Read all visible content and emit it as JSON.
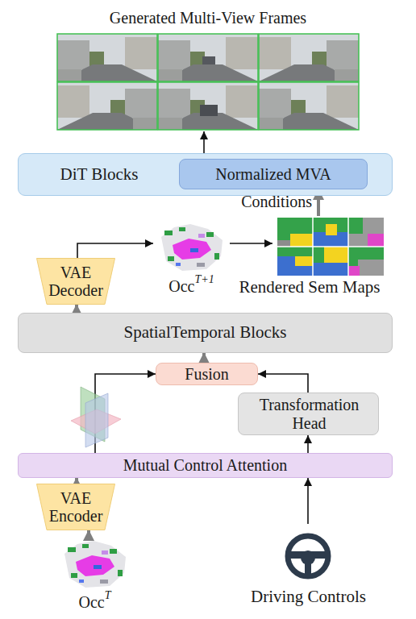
{
  "diagram": {
    "nodes": [
      {
        "text": [
          "Generated Multi-View Frames"
        ]
      },
      {
        "text": [
          "DiT Blocks"
        ]
      },
      {
        "text": [
          "Normalized MVA"
        ],
        "in": 1
      },
      {
        "text": [
          "VAE Decoder"
        ]
      },
      {
        "text": [
          "Occ",
          "T+1"
        ]
      },
      {
        "text": [
          "Rendered Sem Maps"
        ]
      },
      {
        "text": [
          "SpatialTemporal Blocks"
        ]
      },
      {
        "text": [
          "Fusion"
        ]
      },
      {
        "text": [
          "Transformation Head"
        ]
      },
      {
        "text": [
          "Mutual Control Attention"
        ]
      },
      {
        "text": [
          "VAE Encoder"
        ]
      },
      {
        "text": [
          "Occ",
          "T"
        ]
      },
      {
        "text": [
          "Driving Controls"
        ]
      }
    ],
    "edges": [
      {
        "from": 1,
        "to": 0,
        "arrow": "to"
      },
      {
        "from": 5,
        "to": 2,
        "label": "Conditions",
        "arrow": "to"
      },
      {
        "from": 3,
        "to": 4,
        "arrow": "to"
      },
      {
        "from": 4,
        "to": 5,
        "arrow": "to"
      },
      {
        "from": 6,
        "to": 3,
        "arrow": "to"
      },
      {
        "from": 7,
        "to": 6,
        "arrow": "to"
      },
      {
        "from": 8,
        "to": 7,
        "arrow": "to"
      },
      {
        "from": 9,
        "to": 7,
        "arrow": "to"
      },
      {
        "from": 9,
        "to": 8,
        "arrow": "to"
      },
      {
        "from": 10,
        "to": 9,
        "arrow": "to"
      },
      {
        "from": 11,
        "to": 10,
        "arrow": "to"
      },
      {
        "from": 12,
        "to": 9,
        "arrow": "to"
      }
    ]
  }
}
